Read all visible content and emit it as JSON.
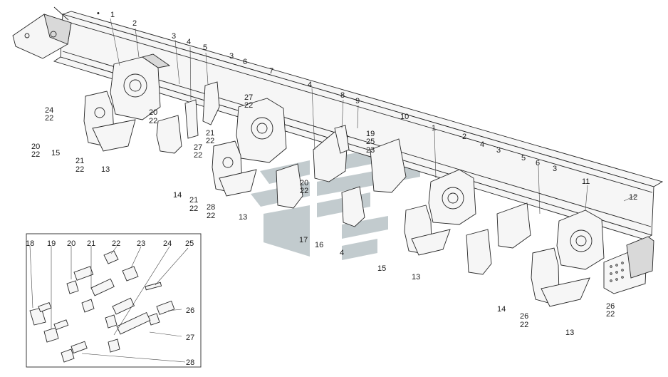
{
  "marker": "•",
  "callouts": {
    "c_1a": "1",
    "c_2a": "2",
    "c_3a": "3",
    "c_4a": "4",
    "c_5a": "5",
    "c_3b": "3",
    "c_6a": "6",
    "c_7a": "7",
    "c_27a": "27",
    "c_22a": "22",
    "c_24a": "24",
    "c_22b": "22",
    "c_20a": "20",
    "c_22c": "22",
    "c_21a": "21",
    "c_22d": "22",
    "c_27b": "27",
    "c_22e": "22",
    "c_20b": "20",
    "c_22f": "22",
    "c_15a": "15",
    "c_21b": "21",
    "c_22g": "22",
    "c_13a": "13",
    "c_4b": "4",
    "c_8a": "8",
    "c_9a": "9",
    "c_10a": "10",
    "c_19a": "19",
    "c_25a": "25",
    "c_23a": "23",
    "c_20c": "20",
    "c_22h": "22",
    "c_14a": "14",
    "c_21c": "21",
    "c_22i": "22",
    "c_28a": "28",
    "c_22j": "22",
    "c_13b": "13",
    "c_17a": "17",
    "c_16a": "16",
    "c_4c": "4",
    "c_15b": "15",
    "c_1b": "1",
    "c_2b": "2",
    "c_4d": "4",
    "c_3c": "3",
    "c_5b": "5",
    "c_6b": "6",
    "c_3d": "3",
    "c_11a": "11",
    "c_12a": "12",
    "c_13c": "13",
    "c_14b": "14",
    "c_26a": "26",
    "c_22k": "22",
    "c_26b": "26",
    "c_22l": "22",
    "c_13d": "13"
  },
  "inset_callouts": {
    "i_18": "18",
    "i_19": "19",
    "i_20": "20",
    "i_21": "21",
    "i_22": "22",
    "i_23": "23",
    "i_24": "24",
    "i_25": "25",
    "i_26": "26",
    "i_27": "27",
    "i_28": "28"
  }
}
